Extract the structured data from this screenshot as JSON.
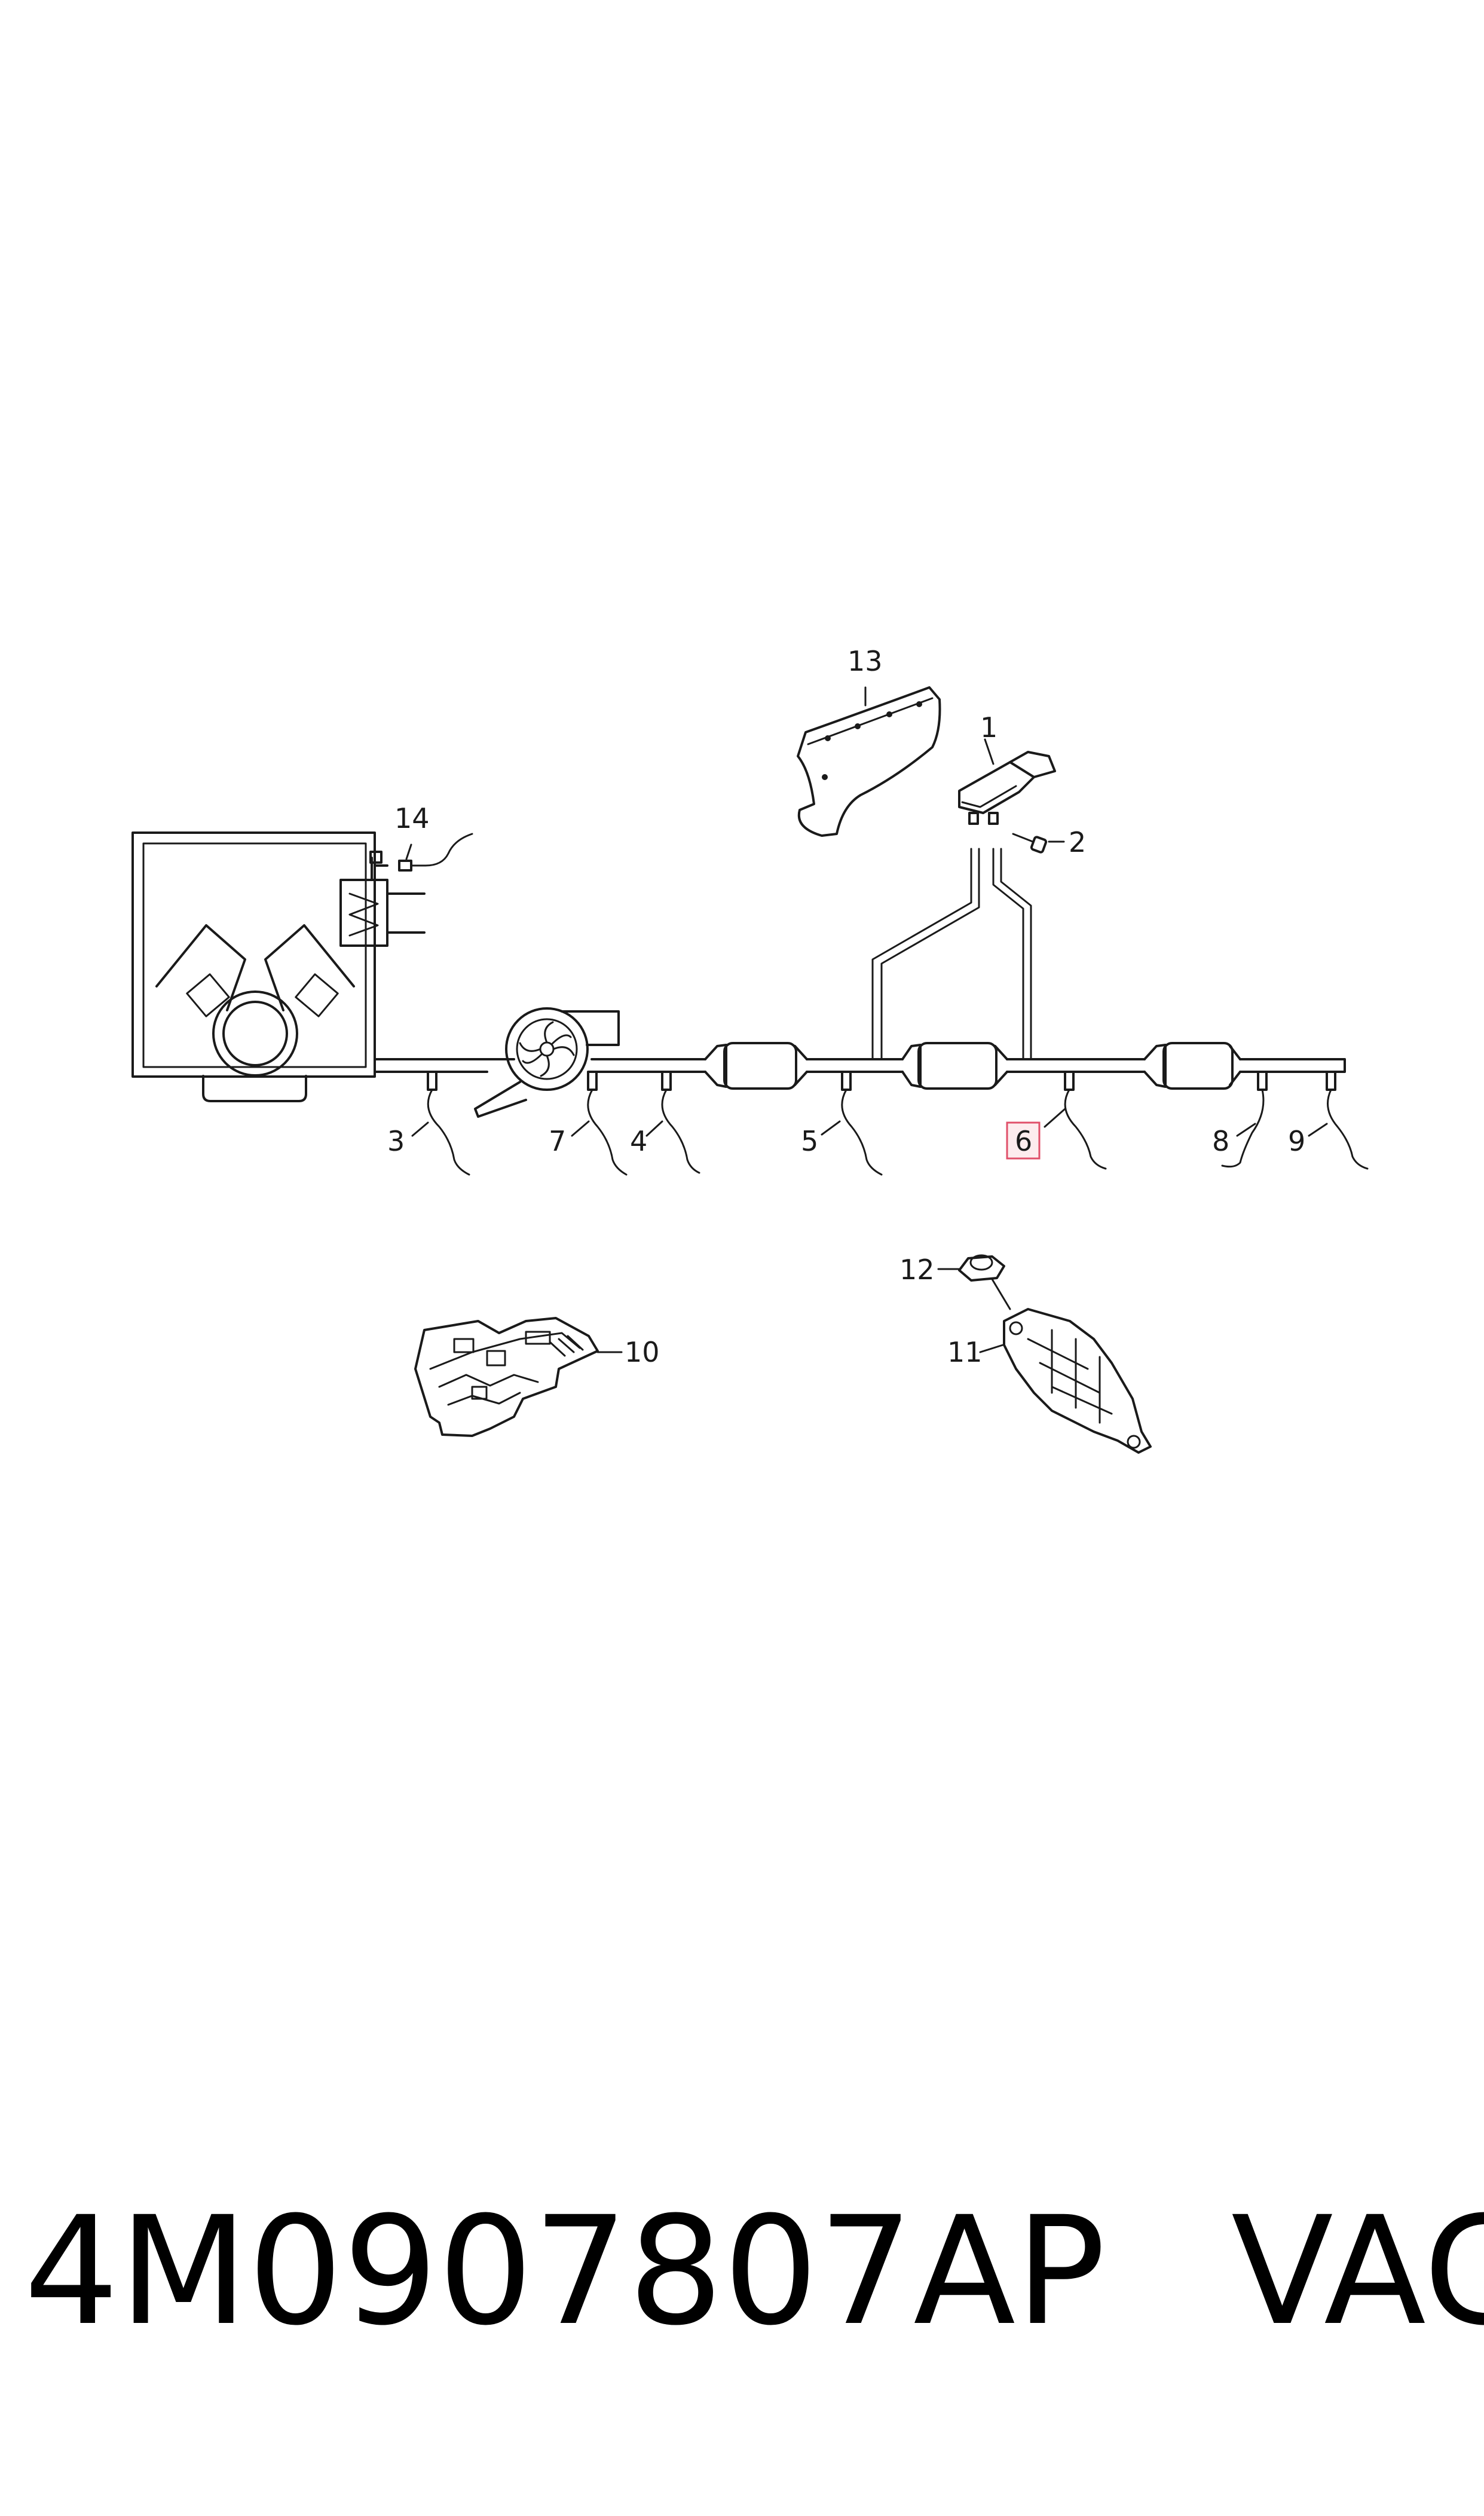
{
  "callouts": {
    "c1": "1",
    "c2": "2",
    "c3": "3",
    "c4": "4",
    "c5": "5",
    "c6": "6",
    "c7": "7",
    "c8": "8",
    "c9": "9",
    "c10": "10",
    "c11": "11",
    "c12": "12",
    "c13": "13",
    "c14": "14"
  },
  "highlight": {
    "callout": "6",
    "color": "#e0506a"
  },
  "footer": {
    "part_number": "4M0907807AP",
    "brand": "VAG"
  }
}
